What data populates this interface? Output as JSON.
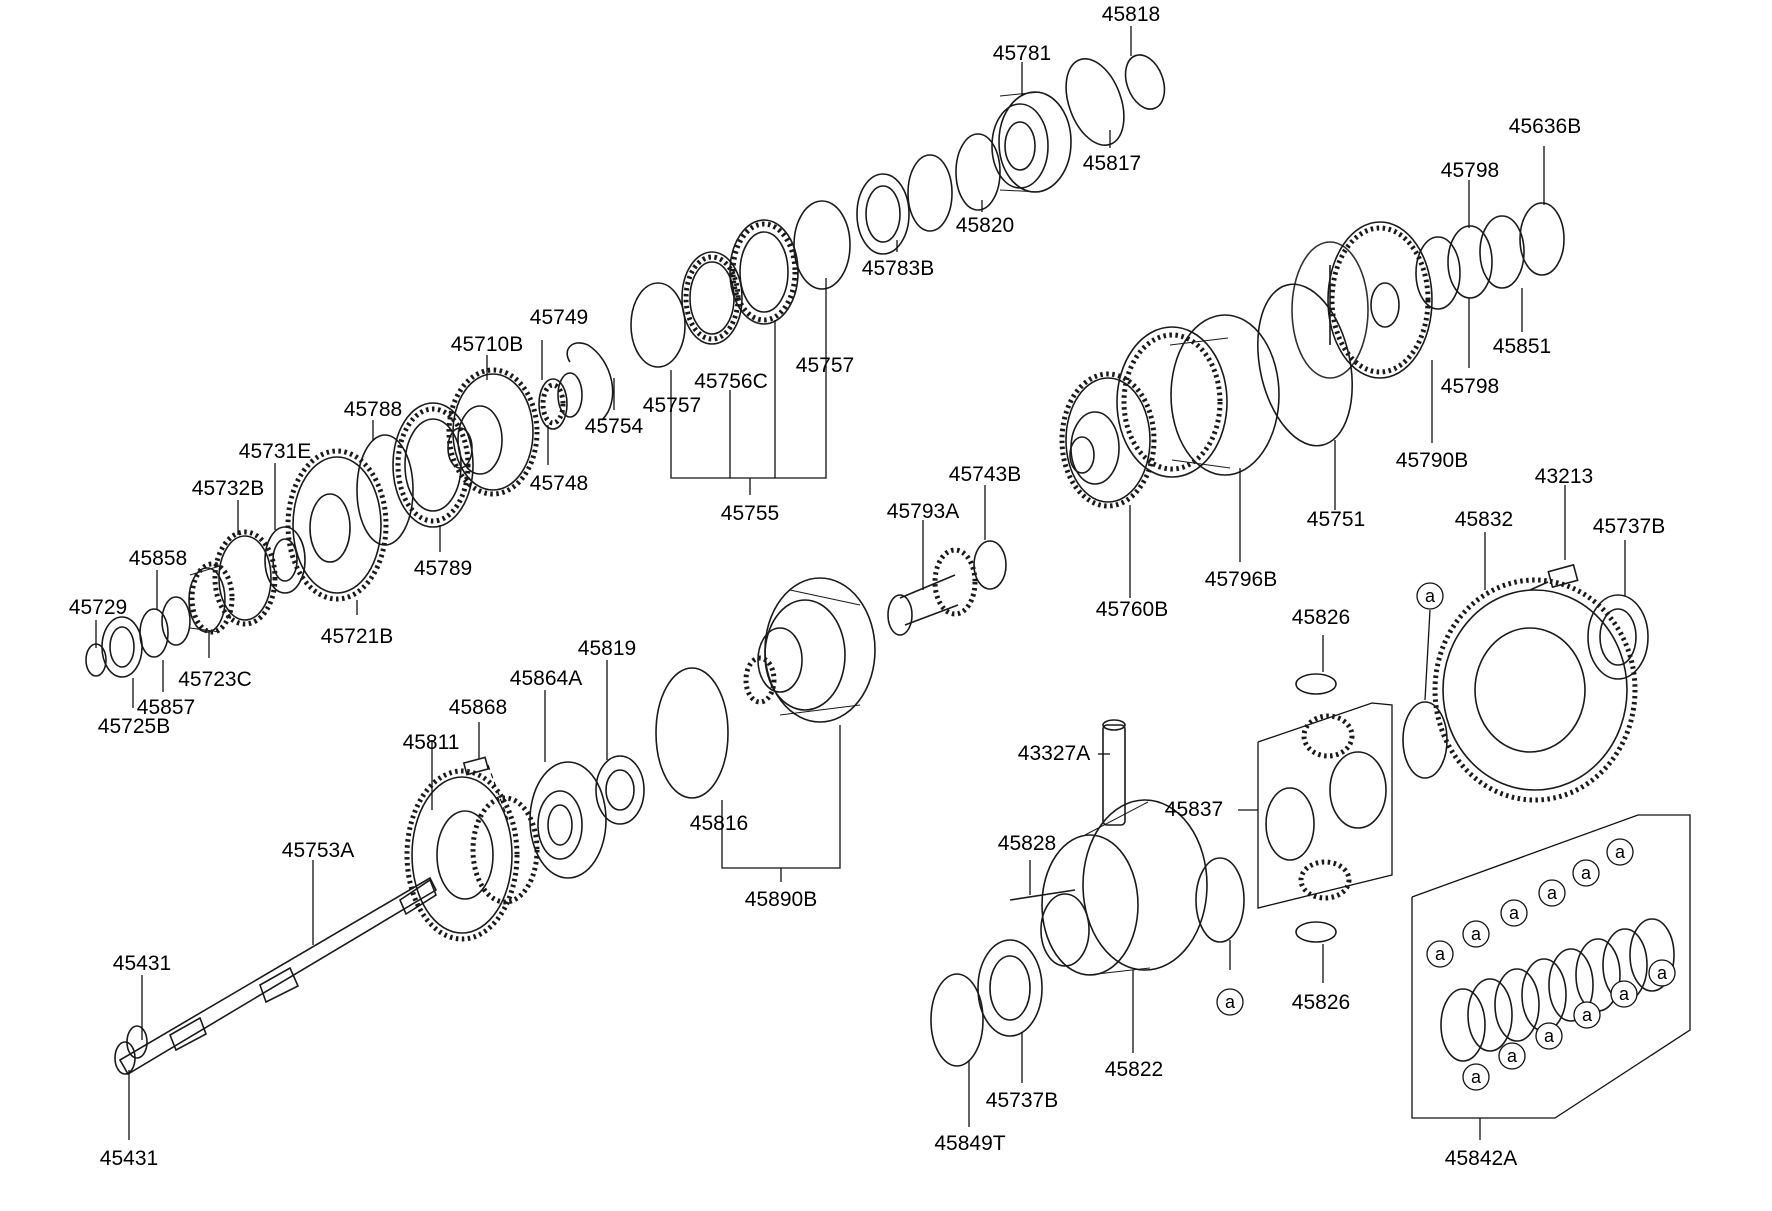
{
  "parts": {
    "p45818": "45818",
    "p45781": "45781",
    "p45817": "45817",
    "p45820": "45820",
    "p45783B": "45783B",
    "p45757a": "45757",
    "p45757b": "45757",
    "p45756C": "45756C",
    "p45755": "45755",
    "p45749": "45749",
    "p45710B": "45710B",
    "p45754": "45754",
    "p45748": "45748",
    "p45788": "45788",
    "p45731E": "45731E",
    "p45732B": "45732B",
    "p45789": "45789",
    "p45858": "45858",
    "p45721B": "45721B",
    "p45729": "45729",
    "p45723C": "45723C",
    "p45857": "45857",
    "p45725B": "45725B",
    "p45636B": "45636B",
    "p45798a": "45798",
    "p45798b": "45798",
    "p45851": "45851",
    "p45790B": "45790B",
    "p45751": "45751",
    "p45796B": "45796B",
    "p45760B": "45760B",
    "p45743B": "45743B",
    "p45793A": "45793A",
    "p43213": "43213",
    "p45832": "45832",
    "p45737Ba": "45737B",
    "p45826a": "45826",
    "p45826b": "45826",
    "p45819": "45819",
    "p45864A": "45864A",
    "p45868": "45868",
    "p45811": "45811",
    "p43327A": "43327A",
    "p45837": "45837",
    "p45816": "45816",
    "p45890B": "45890B",
    "p45753A": "45753A",
    "p45828": "45828",
    "p45431a": "45431",
    "p45431b": "45431",
    "p45822": "45822",
    "p45737Bb": "45737B",
    "p45849T": "45849T",
    "p45842A": "45842A"
  },
  "ref_marker": "a"
}
